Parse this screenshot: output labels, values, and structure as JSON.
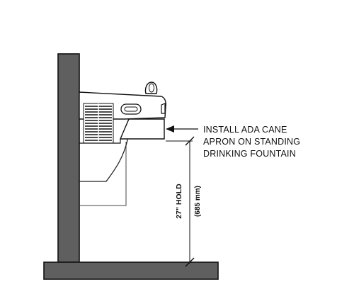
{
  "callout": {
    "lines": [
      "INSTALL ADA CANE",
      "APRON ON STANDING",
      "DRINKING FOUNTAIN"
    ]
  },
  "dimension": {
    "label": "27\" HOLD",
    "metric": "(685 mm)"
  },
  "colors": {
    "wall_fill": "#5f5f5f",
    "floor_fill": "#5f5f5f",
    "stroke": "#111111",
    "fixture_fill": "#ffffff"
  }
}
